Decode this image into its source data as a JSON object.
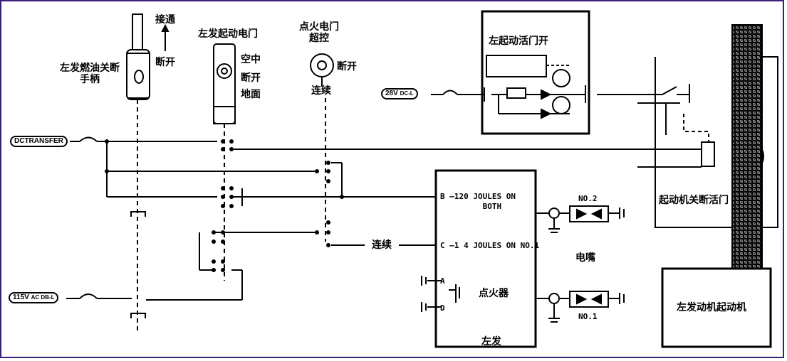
{
  "labels": {
    "left_fuel_handle": "左发燃油关断\n手柄",
    "on": "接通",
    "off": "断开",
    "left_start_switch": "左发起动电门",
    "air": "空中",
    "off2": "断开",
    "ground": "地面",
    "ign_switch": "点火电门\n超控",
    "off3": "断开",
    "continuous": "连续",
    "start_valve_open": "左起动活门开",
    "starter_shutoff_valve": "起动机关断活门",
    "joules20": "B —120 JOULES ON\n         BOTH",
    "joules4": "C —1 4 JOULES ON NO.1",
    "continuous2": "连续",
    "igniter": "点火器",
    "plug": "电嘴",
    "no2": "NO.2",
    "no1": "NO.1",
    "left_eng": "左发",
    "starter": "左发动机起动机",
    "dc_transfer": "DCTRANSFER",
    "v28": "28V",
    "v28_sub": "DC-L",
    "v115": "115V",
    "v115_sub": "AC  DB-L",
    "pin_a": "A",
    "pin_d": "D"
  },
  "colors": {
    "frame": "#3a1f7a",
    "line": "#000000",
    "shaft": "#555555"
  }
}
